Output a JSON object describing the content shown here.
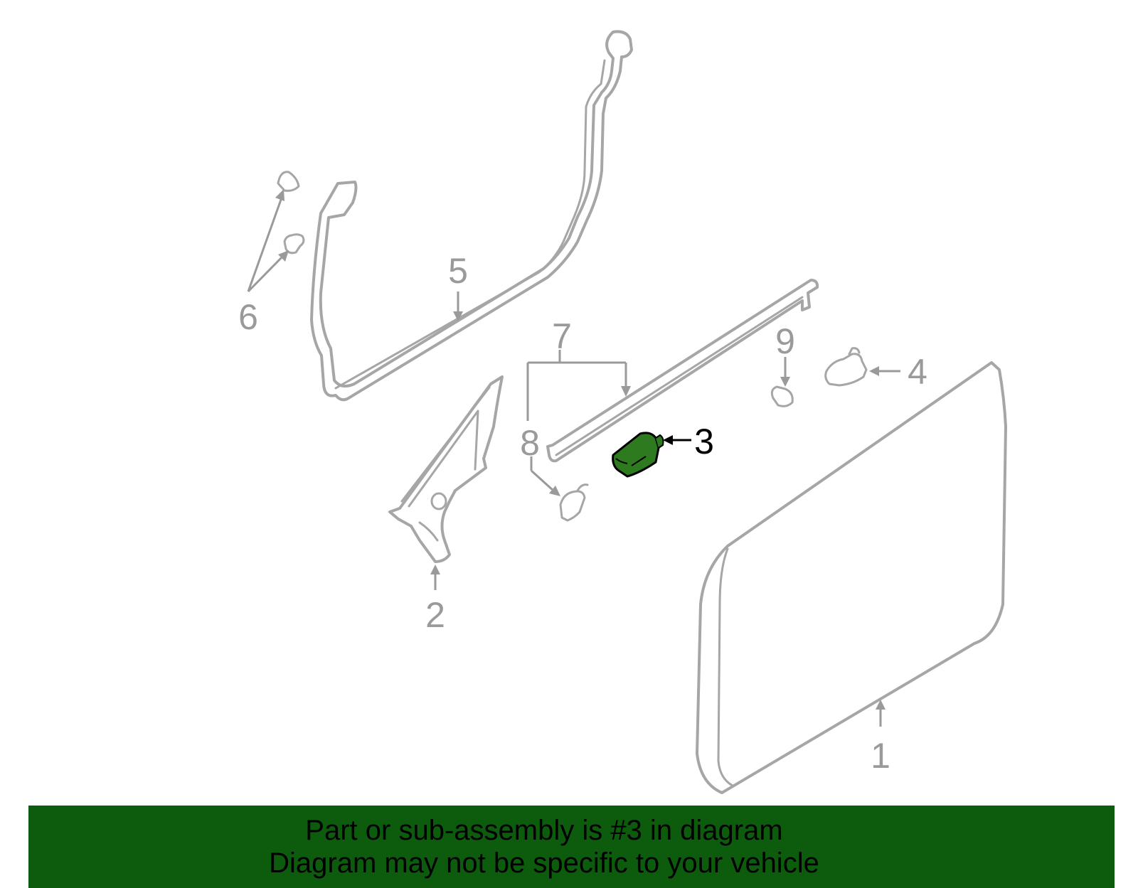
{
  "diagram": {
    "callouts": [
      {
        "id": "1",
        "label": "1"
      },
      {
        "id": "2",
        "label": "2"
      },
      {
        "id": "3",
        "label": "3"
      },
      {
        "id": "4",
        "label": "4"
      },
      {
        "id": "5",
        "label": "5"
      },
      {
        "id": "6",
        "label": "6"
      },
      {
        "id": "7",
        "label": "7"
      },
      {
        "id": "8",
        "label": "8"
      },
      {
        "id": "9",
        "label": "9"
      }
    ],
    "highlighted_part": "3",
    "colors": {
      "part_stroke": "#a6a6a6",
      "highlight_fill": "#2e7a1e",
      "highlight_callout": "#000000",
      "banner_background": "#0d5c0d"
    }
  },
  "banner": {
    "line1": "Part or sub-assembly is #3 in diagram",
    "line2": "Diagram may not be specific to your vehicle"
  }
}
